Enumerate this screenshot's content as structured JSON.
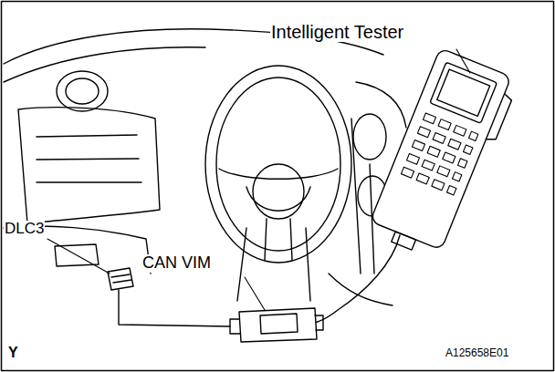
{
  "diagram": {
    "labels": [
      "Intelligent Tester",
      "DLC3",
      "CAN VIM",
      "Y",
      "A125658E01"
    ]
  }
}
